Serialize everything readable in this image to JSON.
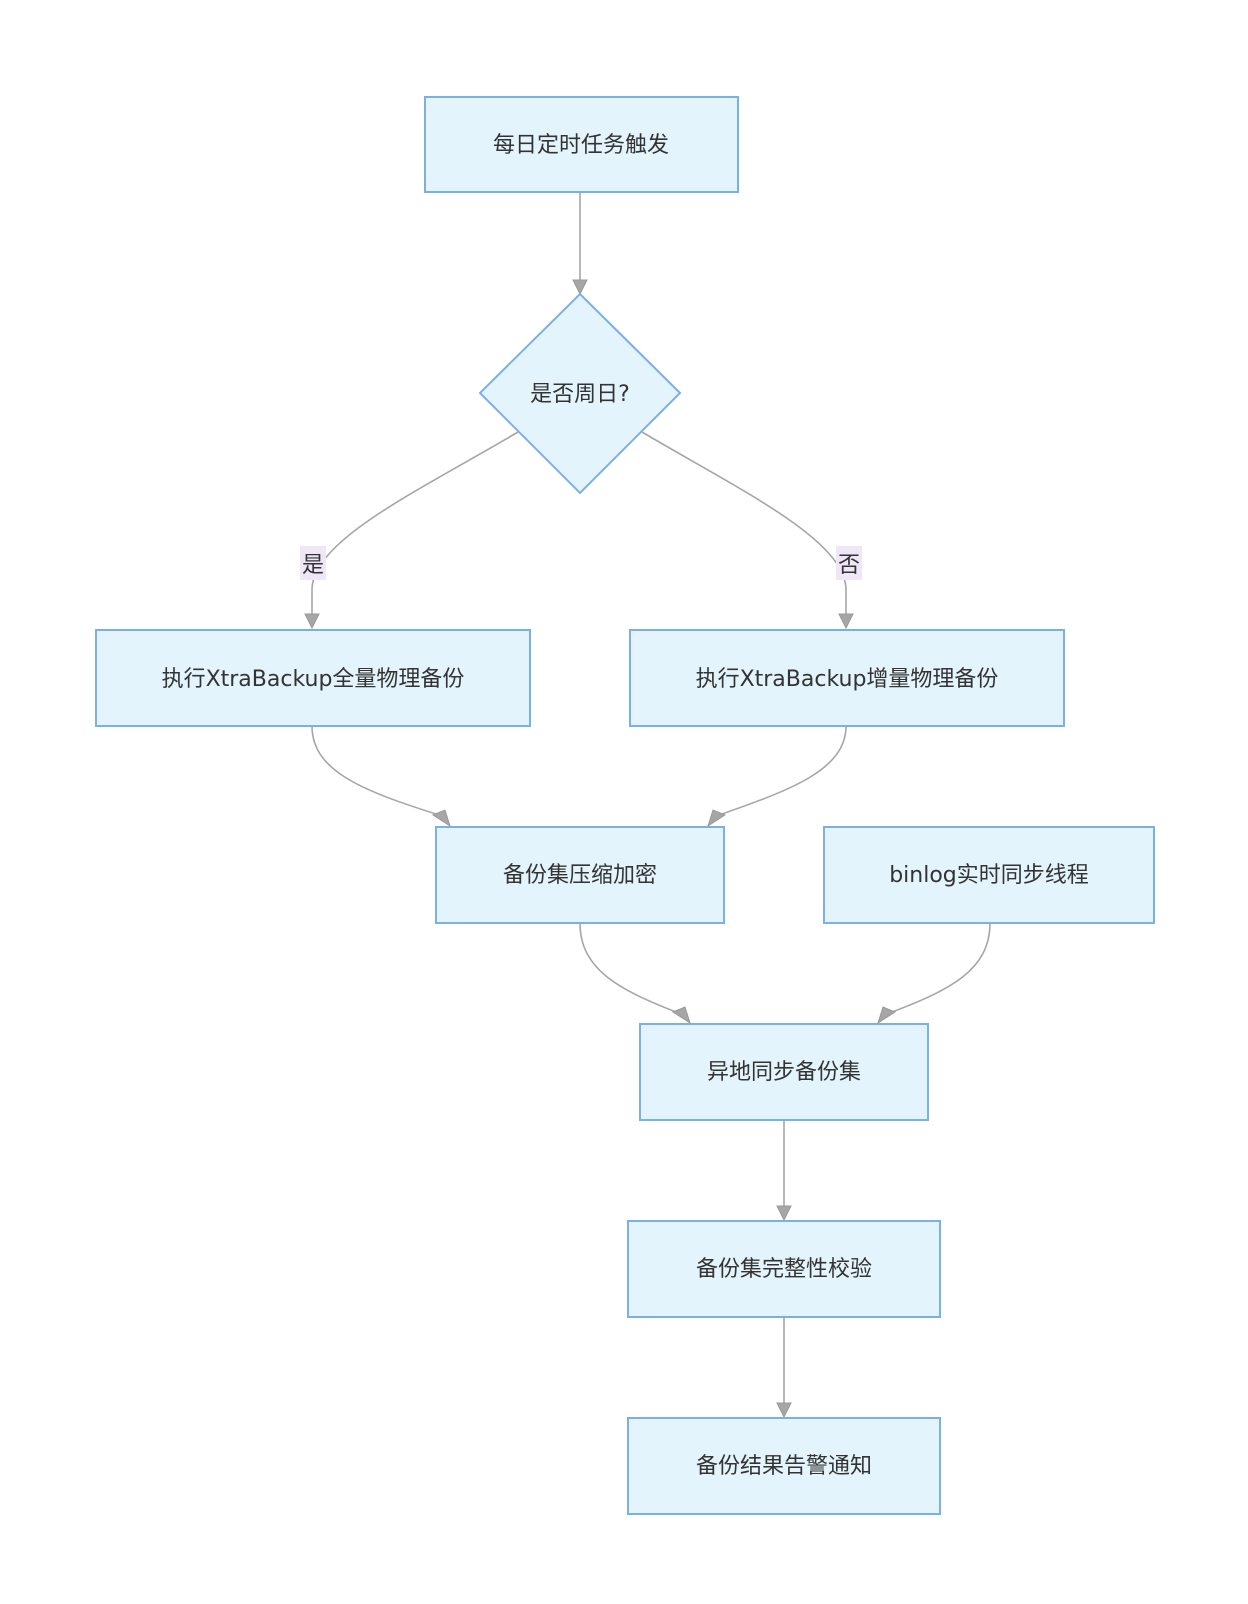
{
  "nodes": {
    "trigger": "每日定时任务触发",
    "decision": "是否周日?",
    "full_backup": "执行XtraBackup全量物理备份",
    "incr_backup": "执行XtraBackup增量物理备份",
    "compress": "备份集压缩加密",
    "binlog": "binlog实时同步线程",
    "offsite": "异地同步备份集",
    "verify": "备份集完整性校验",
    "notify": "备份结果告警通知"
  },
  "edge_labels": {
    "yes": "是",
    "no": "否"
  },
  "colors": {
    "node_fill": "#e4f4fd",
    "node_stroke": "#7ab0e6",
    "edge": "#a6a6a6",
    "label_bg": "#efe7f7",
    "text": "#333333"
  }
}
